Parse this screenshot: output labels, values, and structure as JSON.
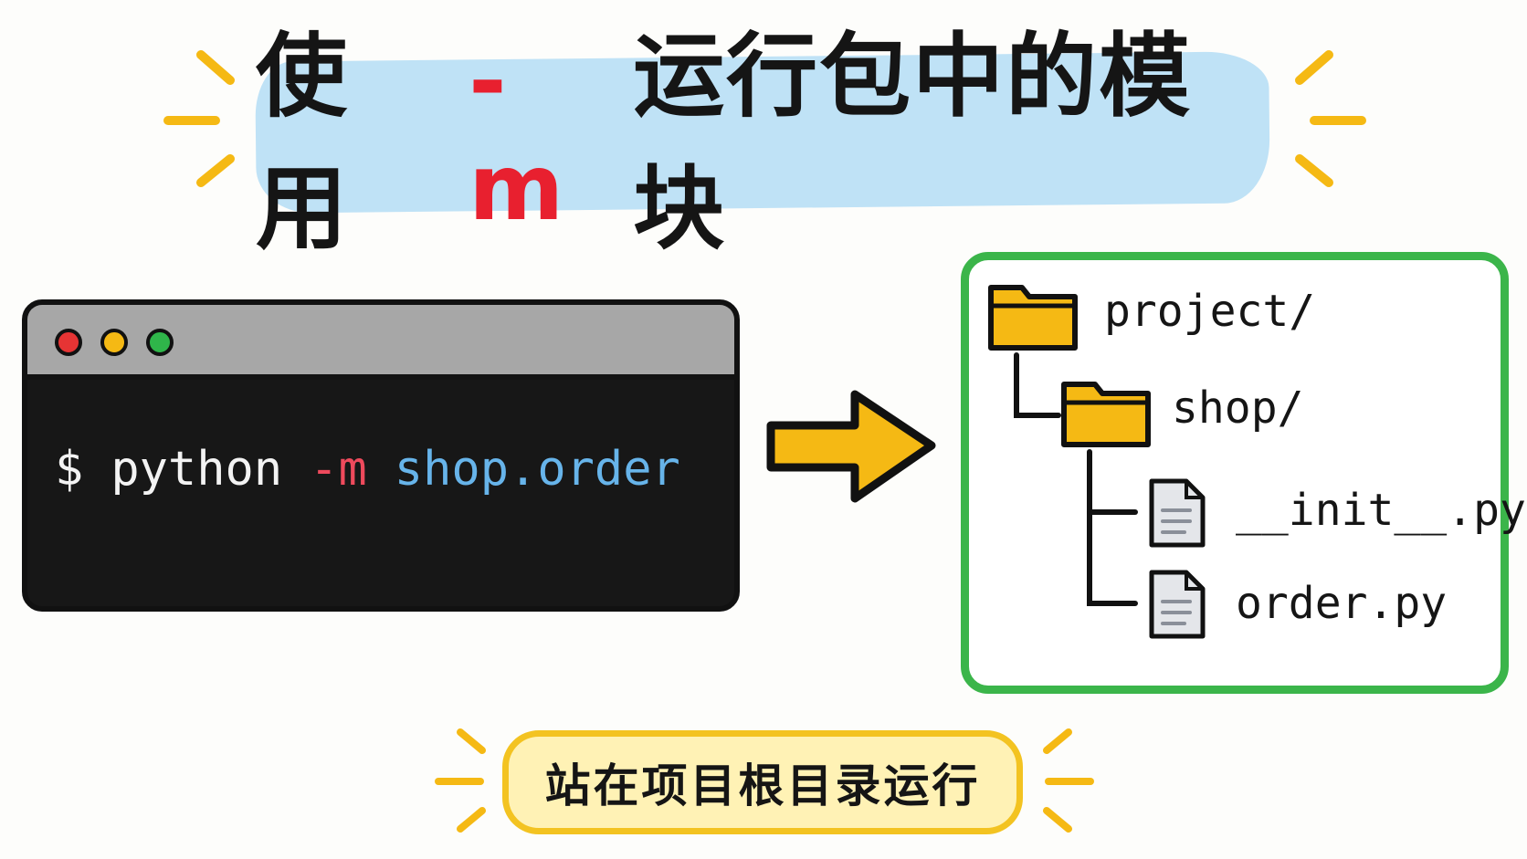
{
  "title": {
    "prefix": "使用",
    "flag": "-m",
    "suffix": "运行包中的模块"
  },
  "terminal": {
    "prompt": "$",
    "command": "python",
    "flag": "-m",
    "module": "shop.order"
  },
  "tree": {
    "root": "project/",
    "package": "shop/",
    "files": [
      "__init__.py",
      "order.py"
    ]
  },
  "note": "站在项目根目录运行",
  "colors": {
    "title_band": "#bfe2f6",
    "flag_red": "#e8202f",
    "module_blue": "#67b4ea",
    "terminal_bg": "#171717",
    "titlebar_gray": "#a7a7a7",
    "arrow_yellow": "#f5b914",
    "tree_border": "#3bb54a",
    "folder_yellow": "#f5b914",
    "note_bg": "#fff2b5",
    "note_border": "#f3c321"
  },
  "icons": [
    "folder-icon",
    "file-icon",
    "window-dot-icon",
    "right-arrow-icon",
    "sparkle-icon"
  ]
}
